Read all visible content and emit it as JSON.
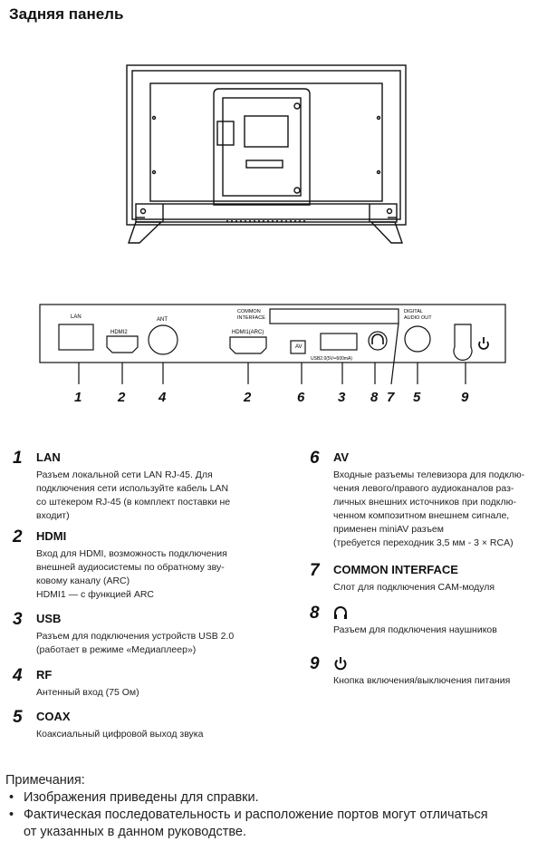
{
  "page_title": "Задняя панель",
  "panel_labels": {
    "lan": "LAN",
    "hdmi2": "HDMI2",
    "ant": "ANT",
    "common_interface": "COMMON\nINTERFACE",
    "hdmi1": "HDMI1(ARC)",
    "av": "AV",
    "usb": "USB2.0(5V═500mA)",
    "digital_audio_out": "DIGITAL\nAUDIO OUT"
  },
  "callouts": [
    "1",
    "2",
    "4",
    "2",
    "6",
    "3",
    "8",
    "7",
    "5",
    "9"
  ],
  "items_left": [
    {
      "num": "1",
      "head": "LAN",
      "desc": "Разъем локальной сети LAN RJ-45. Для\nподключения сети используйте кабель LAN\nсо штекером RJ-45 (в комплект поставки не\nвходит)"
    },
    {
      "num": "2",
      "head": "HDMI",
      "desc": "Вход для HDMI, возможность подключения\nвнешней аудиосистемы по обратному зву-\nковому каналу (ARC)\nHDMI1 — с функцией ARC"
    },
    {
      "num": "3",
      "head": "USB",
      "desc": "Разъем для подключения устройств USB 2.0\n(работает в режиме «Медиаплеер»)"
    },
    {
      "num": "4",
      "head": "RF",
      "desc": "Антенный вход (75 Ом)"
    },
    {
      "num": "5",
      "head": "COAX",
      "desc": "Коаксиальный цифровой выход звука"
    }
  ],
  "items_right": [
    {
      "num": "6",
      "head": "AV",
      "desc": "Входные разъемы телевизора для подклю-\nчения левого/правого аудиоканалов раз-\nличных внешних источников при подклю-\nченном композитном внешнем сигнале,\nприменен miniAV разъем\n(требуется переходник 3,5 мм - 3 × RCA)"
    },
    {
      "num": "7",
      "head": "COMMON INTERFACE",
      "desc": "Слот для подключения CAM-модуля"
    },
    {
      "num": "8",
      "head": "",
      "icon": "headphones-icon",
      "desc": "Разъем для подключения наушников"
    },
    {
      "num": "9",
      "head": "",
      "icon": "power-icon",
      "desc": "Кнопка включения/выключения питания"
    }
  ],
  "notes": {
    "heading": "Примечания:",
    "bullets": [
      "Изображения приведены для справки.",
      "Фактическая последовательность и расположение портов могут отличаться\nот указанных в данном руководстве."
    ]
  }
}
